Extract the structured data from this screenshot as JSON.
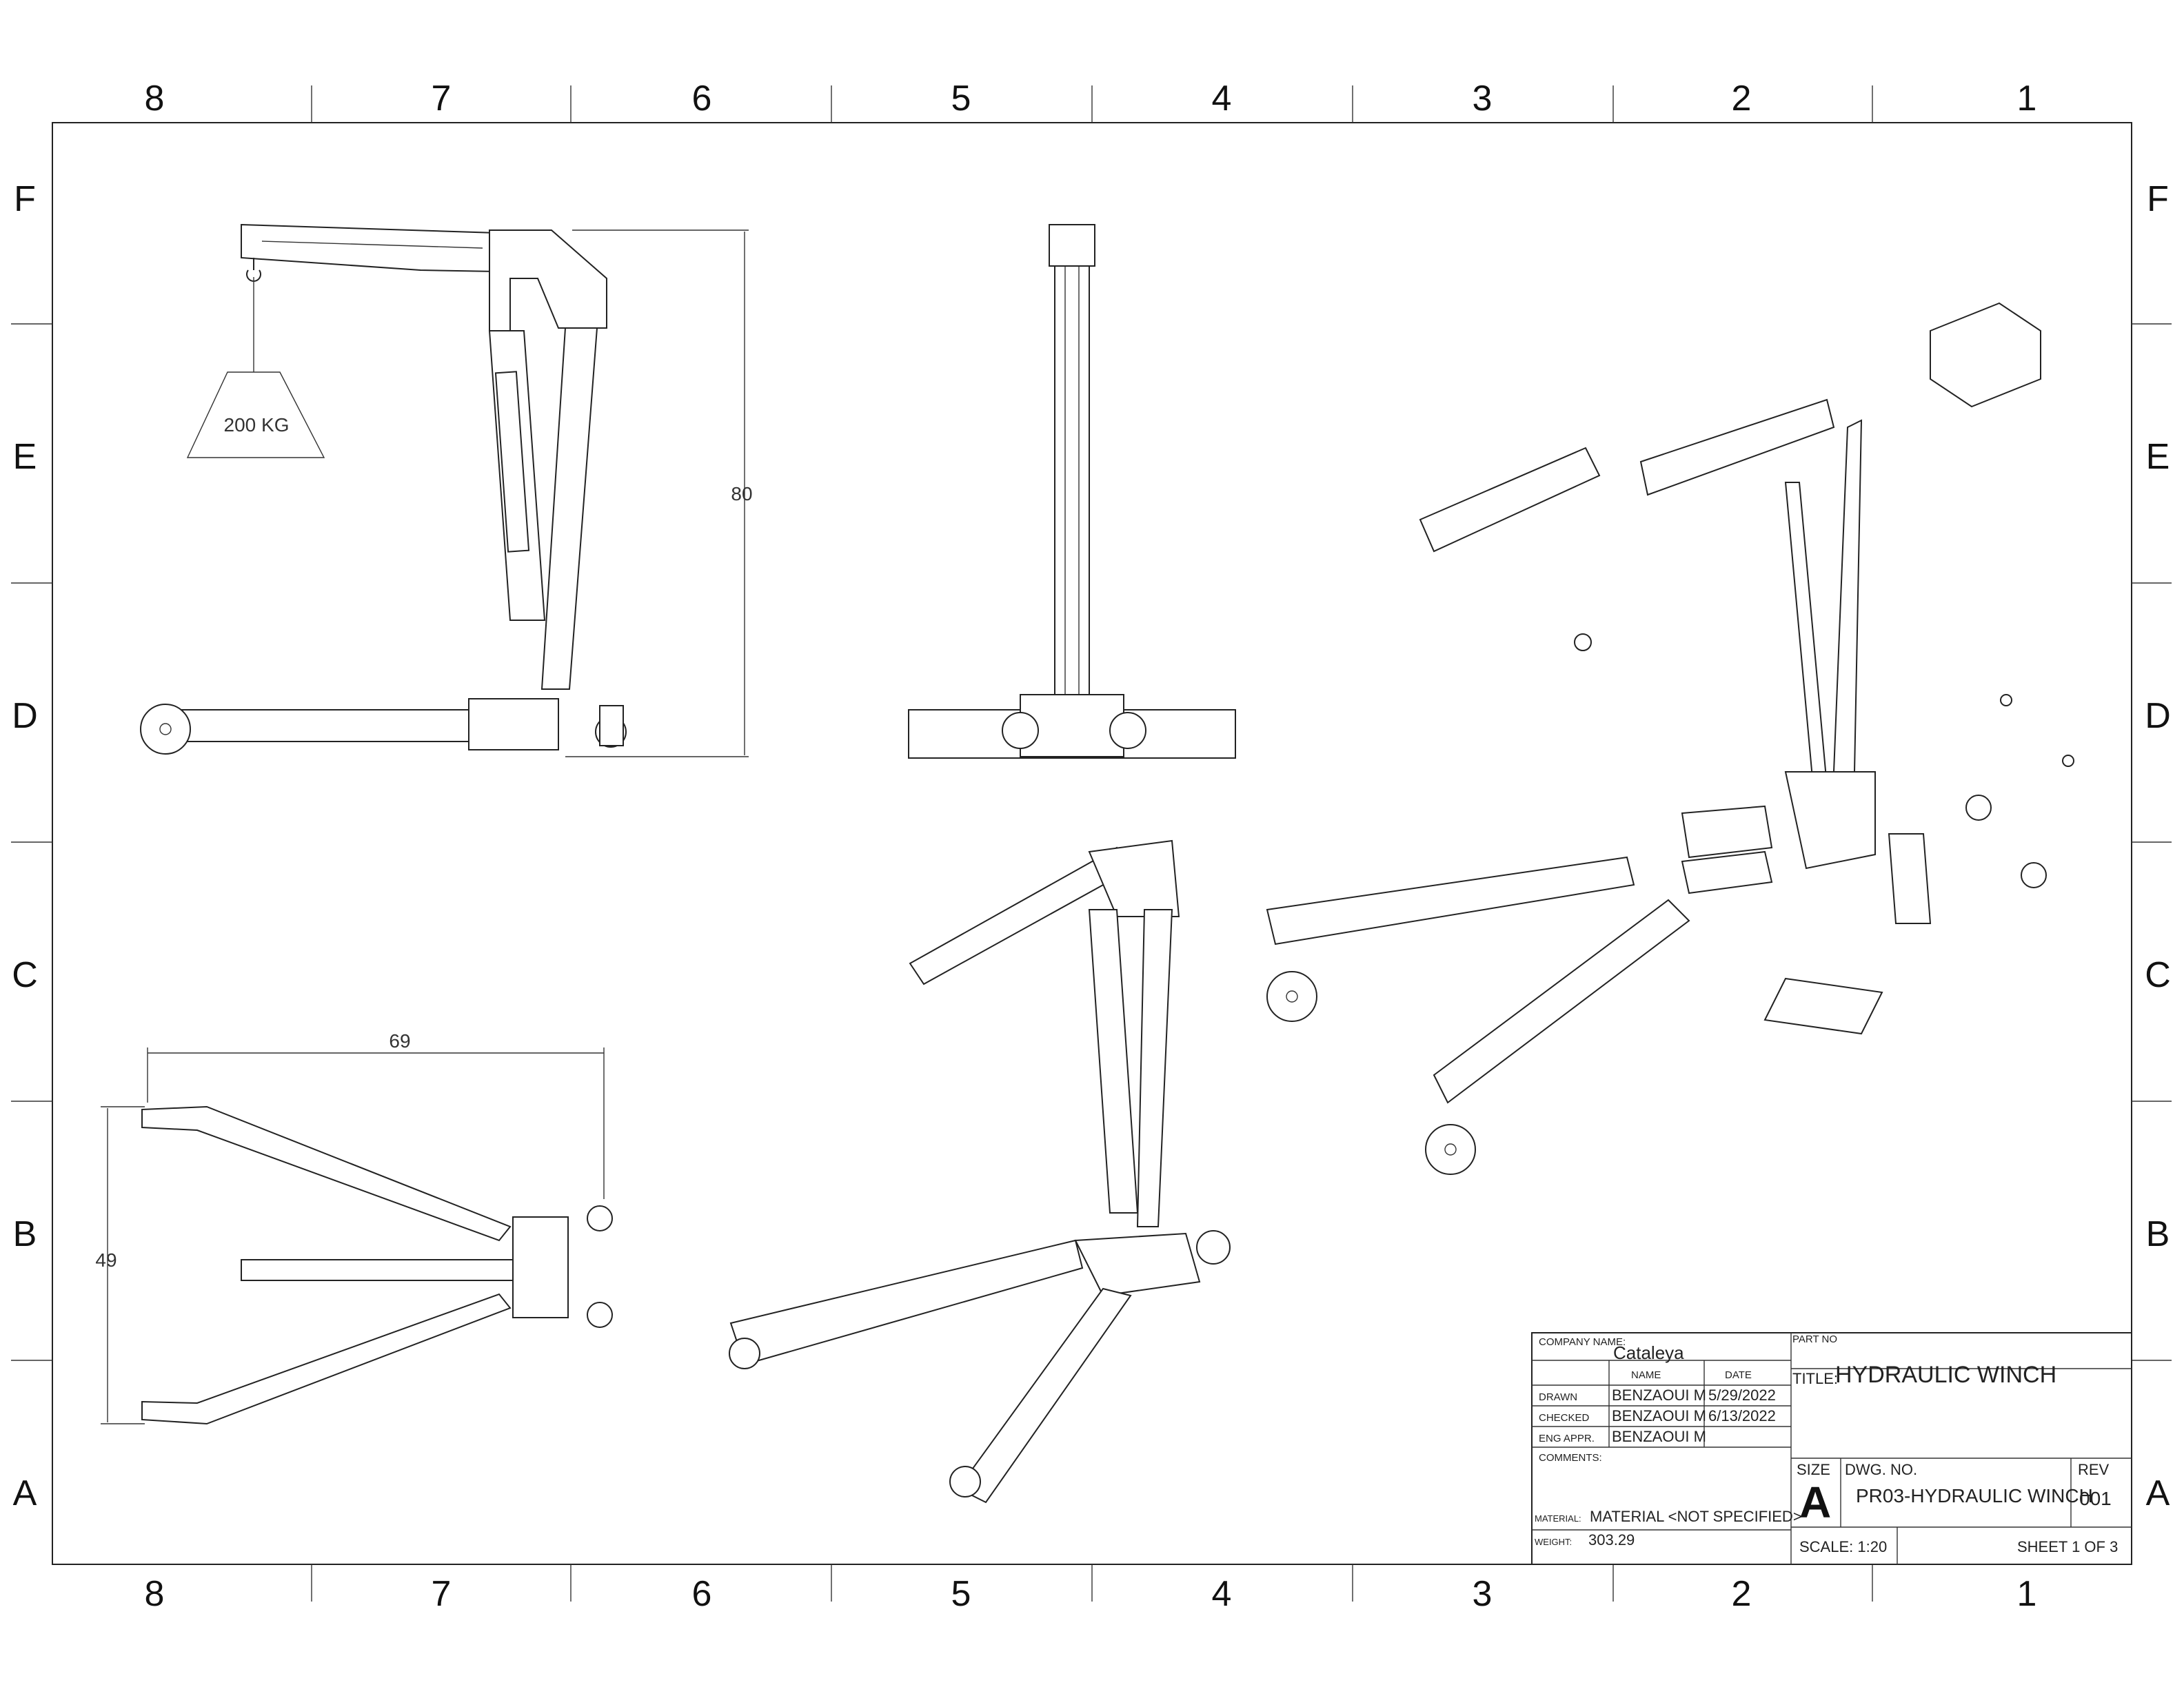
{
  "zones": {
    "columns": [
      "8",
      "7",
      "6",
      "5",
      "4",
      "3",
      "2",
      "1"
    ],
    "rows": [
      "F",
      "E",
      "D",
      "C",
      "B",
      "A"
    ]
  },
  "views": {
    "side": {
      "load_label": "200 KG",
      "height_dim": "80"
    },
    "top": {
      "width_dim": "69",
      "depth_dim": "49"
    }
  },
  "title_block": {
    "company_name_label": "COMPANY NAME:",
    "company_name": "Cataleya",
    "name_header": "NAME",
    "date_header": "DATE",
    "rows": [
      {
        "role": "DRAWN",
        "name": "BENZAOUI M",
        "date": "5/29/2022"
      },
      {
        "role": "CHECKED",
        "name": "BENZAOUI M",
        "date": "6/13/2022"
      },
      {
        "role": "ENG APPR.",
        "name": "BENZAOUI M",
        "date": ""
      }
    ],
    "comments_label": "COMMENTS:",
    "material_label": "MATERIAL:",
    "material": "MATERIAL <NOT SPECIFIED>",
    "weight_label": "WEIGHT:",
    "weight": "303.29",
    "part_no_label": "PART NO",
    "title_label": "TITLE:",
    "title": "HYDRAULIC WINCH",
    "size_label": "SIZE",
    "size": "A",
    "dwg_no_label": "DWG. NO.",
    "dwg_no": "PR03-HYDRAULIC WINCH",
    "rev_label": "REV",
    "rev": "001",
    "scale": "SCALE: 1:20",
    "sheet": "SHEET 1 OF 3"
  }
}
